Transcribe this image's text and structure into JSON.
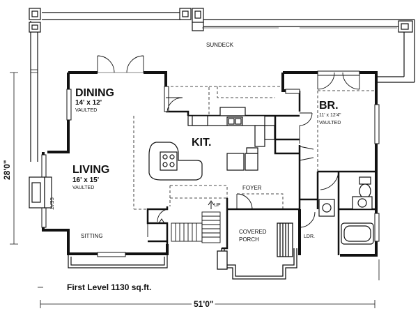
{
  "plan": {
    "sundeck": "SUNDECK",
    "dining": {
      "name": "DINING",
      "size": "14' x 12'",
      "note": "VAULTED"
    },
    "kitchen": "KIT.",
    "living": {
      "name": "LIVING",
      "size": "16' x 15'",
      "note": "VAULTED"
    },
    "bedroom": {
      "name": "BR.",
      "size": "11' x 12'4\"",
      "note": "VAULTED"
    },
    "foyer": "FOYER",
    "seat": "SEAT",
    "sitting": "SITTING",
    "up": "UP",
    "porch_line1": "COVERED",
    "porch_line2": "PORCH",
    "laundry": "LDR.",
    "caption": "First Level 1130 sq.ft.",
    "width_dim": "51'0\"",
    "depth_dim": "28'0\""
  }
}
